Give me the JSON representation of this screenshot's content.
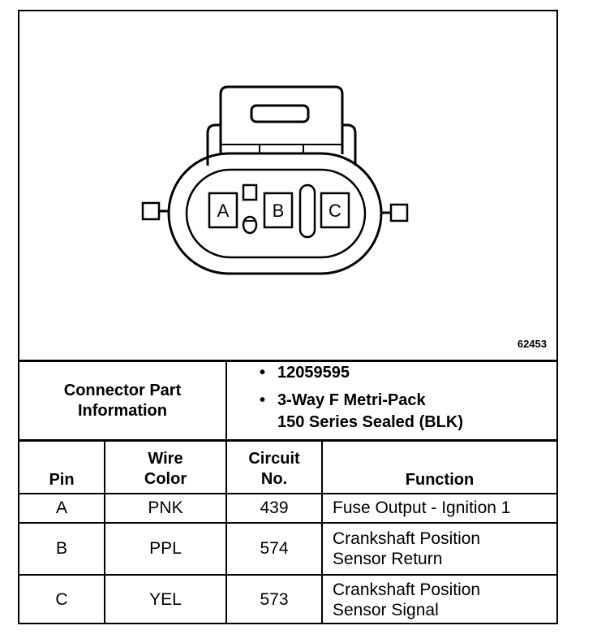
{
  "figure_id": "62453",
  "pin_labels": [
    "A",
    "B",
    "C"
  ],
  "connector_info": {
    "label_line1": "Connector Part",
    "label_line2": "Information",
    "bullets": [
      {
        "line1": "12059595",
        "line2": ""
      },
      {
        "line1": "3-Way F Metri-Pack",
        "line2": "150 Series Sealed (BLK)"
      }
    ]
  },
  "table": {
    "headers": {
      "pin": "Pin",
      "wire_line1": "Wire",
      "wire_line2": "Color",
      "circuit_line1": "Circuit",
      "circuit_line2": "No.",
      "function": "Function"
    },
    "rows": [
      {
        "pin": "A",
        "wire": "PNK",
        "circuit": "439",
        "function_line1": "Fuse Output - Ignition 1",
        "function_line2": ""
      },
      {
        "pin": "B",
        "wire": "PPL",
        "circuit": "574",
        "function_line1": "Crankshaft Position",
        "function_line2": "Sensor Return"
      },
      {
        "pin": "C",
        "wire": "YEL",
        "circuit": "573",
        "function_line1": "Crankshaft Position",
        "function_line2": "Sensor Signal"
      }
    ]
  }
}
